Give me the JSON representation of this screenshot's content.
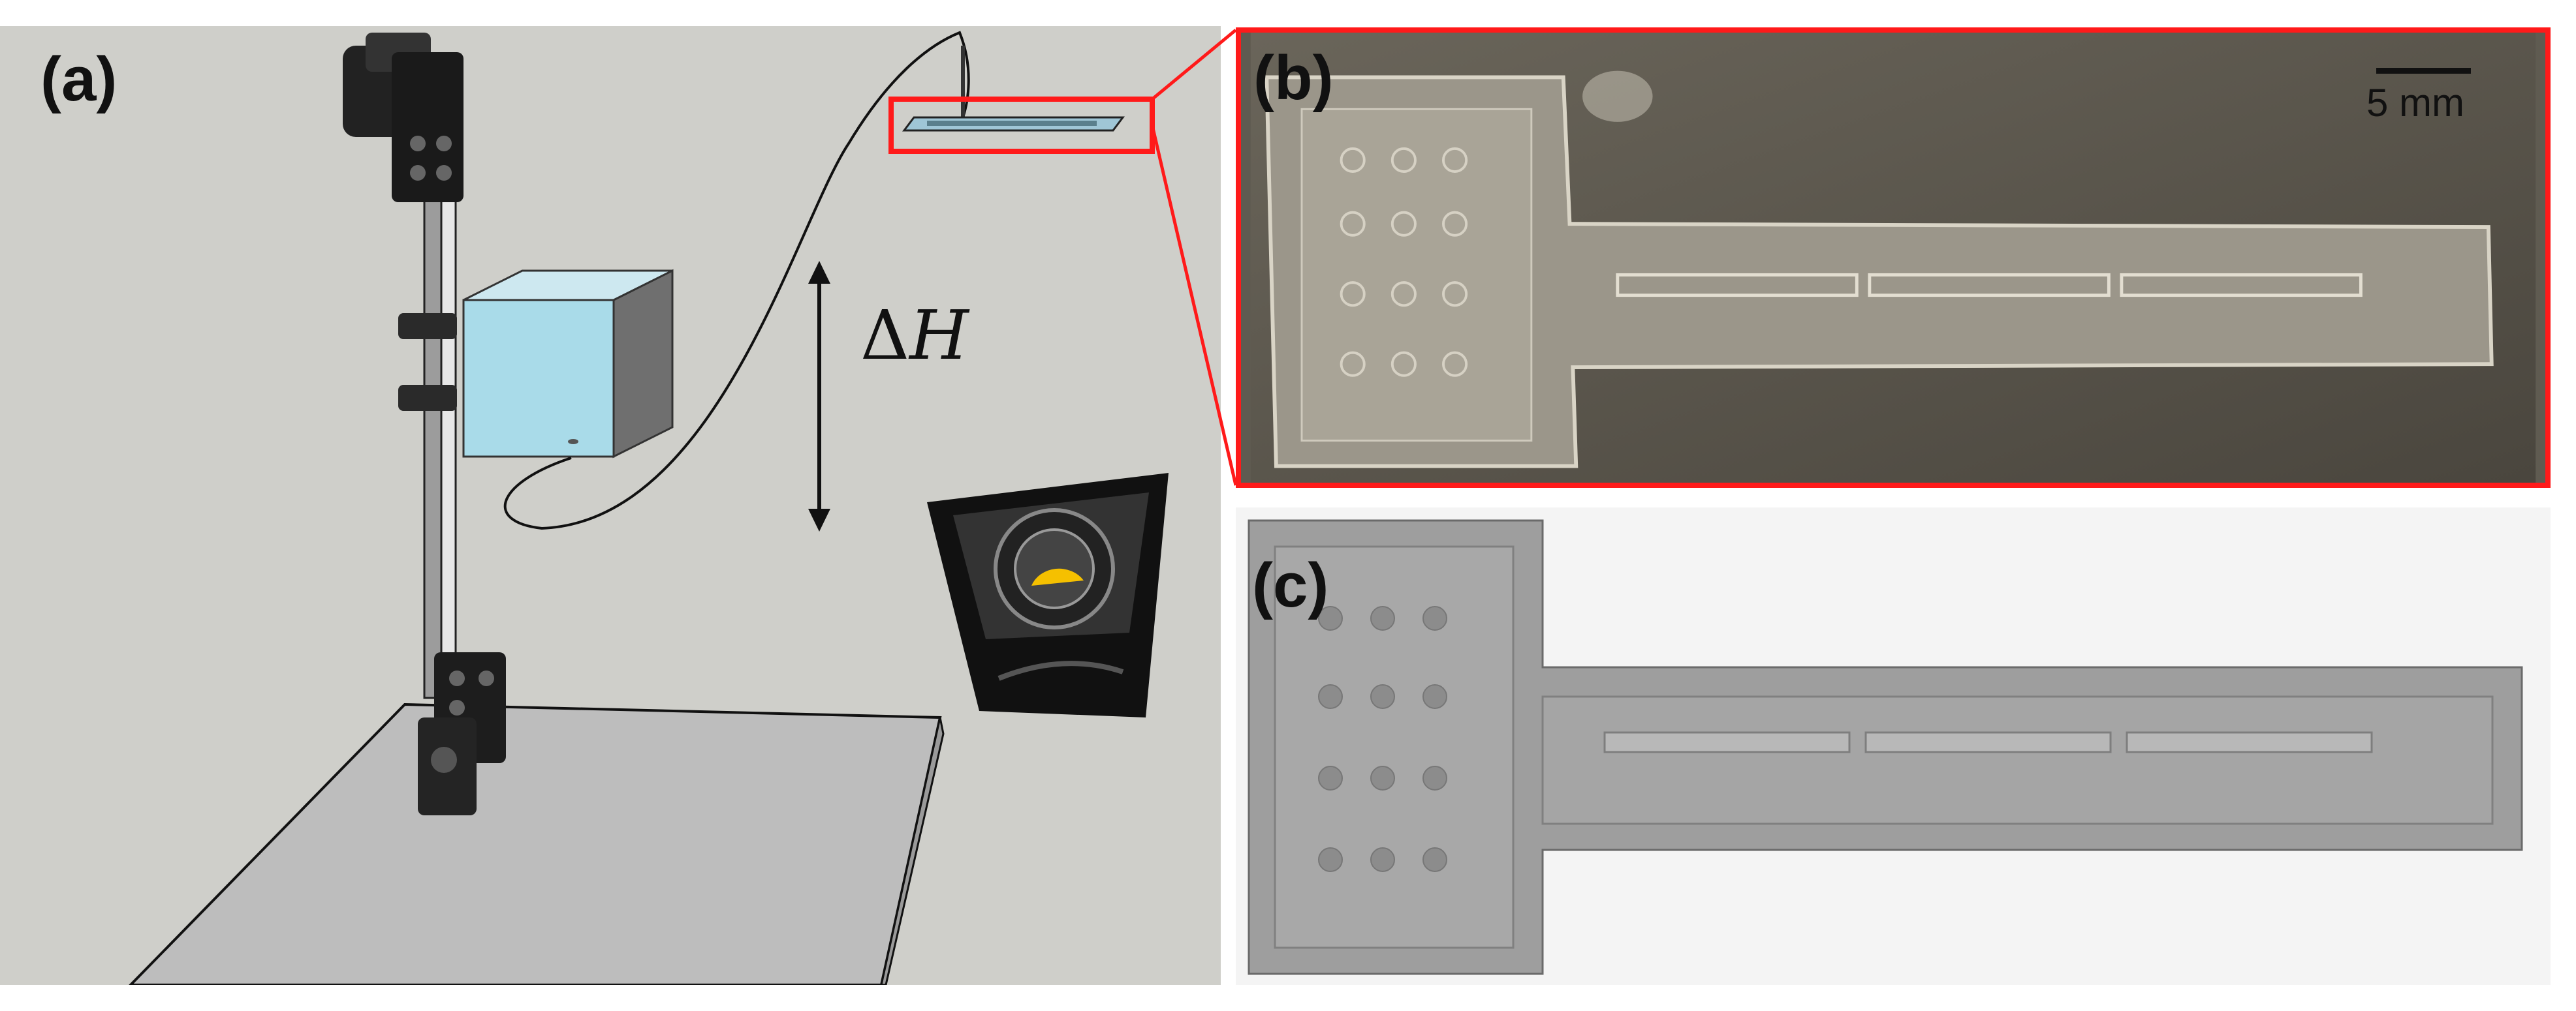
{
  "panels": {
    "a": {
      "label": "(a)",
      "delta_h_symbol": "Δ",
      "delta_h_var": "H"
    },
    "b": {
      "label": "(b)",
      "scale_bar": "5 mm"
    },
    "c": {
      "label": "(c)"
    }
  },
  "colors": {
    "highlight": "#ff1a1a",
    "reservoir": "#a9dbe9",
    "lamp": "#f5c000",
    "platform": "#bdbdbd"
  },
  "icons": {
    "tubing": "tubing-curve",
    "arrow": "double-headed-arrow",
    "camera": "camera-icon",
    "lamp": "lamp-icon"
  }
}
